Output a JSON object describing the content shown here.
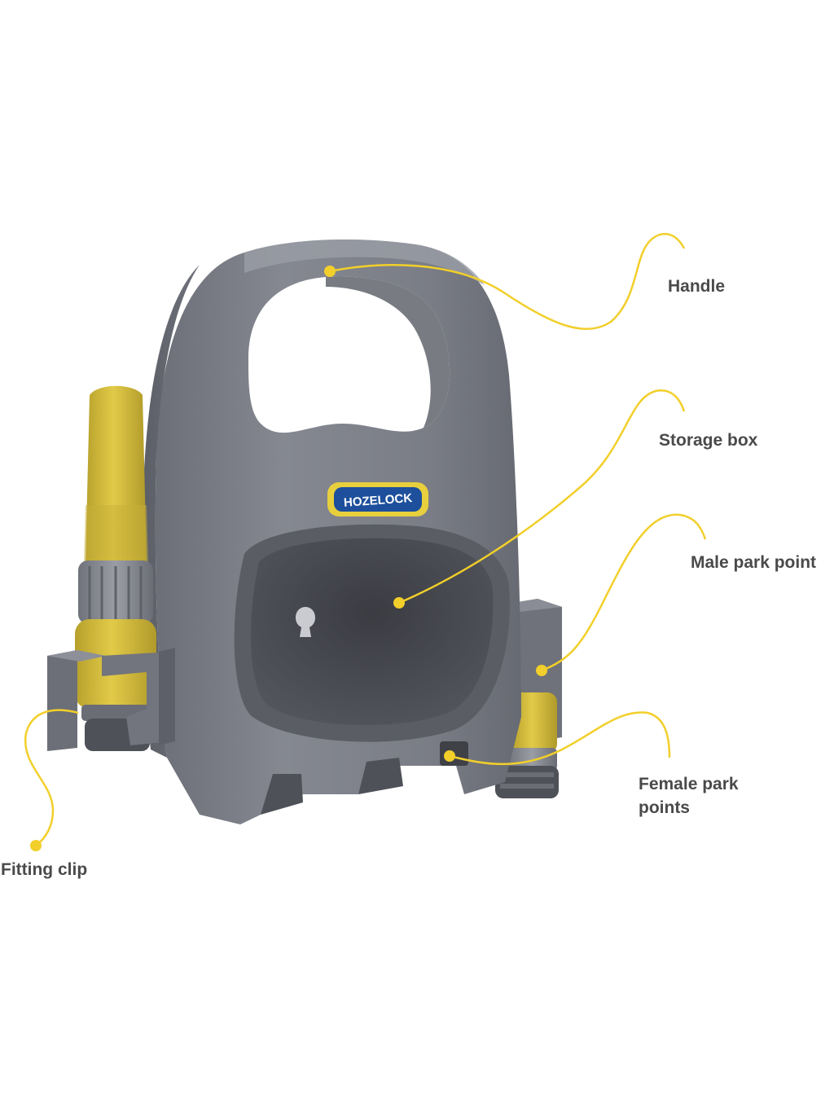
{
  "brand": {
    "logo_text": "HOZELOCK"
  },
  "callouts": {
    "handle": "Handle",
    "storage_box": "Storage box",
    "male_park_point": "Male park point",
    "female_park_points_line1": "Female park",
    "female_park_points_line2": "points",
    "fitting_clip": "Fitting clip"
  },
  "colors": {
    "leader_line": "#f2cf2a",
    "body_grey": "#7d8088",
    "accent_yellow": "#d9c13a",
    "label_text": "#4a4a4a",
    "logo_blue": "#1d4f9c"
  }
}
